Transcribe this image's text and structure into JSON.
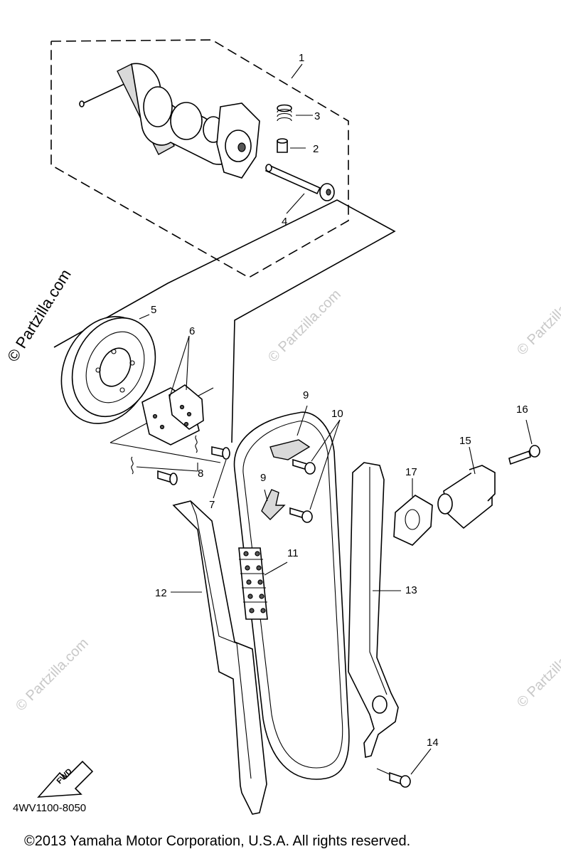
{
  "diagram": {
    "callouts": [
      "1",
      "2",
      "3",
      "4",
      "5",
      "6",
      "7",
      "8",
      "9",
      "9",
      "10",
      "11",
      "12",
      "13",
      "14",
      "15",
      "16",
      "17"
    ],
    "watermark_main": "© Partzilla.com",
    "watermark_small": "© Partzilla.com",
    "fwd_label": "FWD",
    "drawing_code": "4WV1100-8050",
    "copyright": "©2013  Yamaha Motor Corporation, U.S.A. All rights reserved."
  }
}
